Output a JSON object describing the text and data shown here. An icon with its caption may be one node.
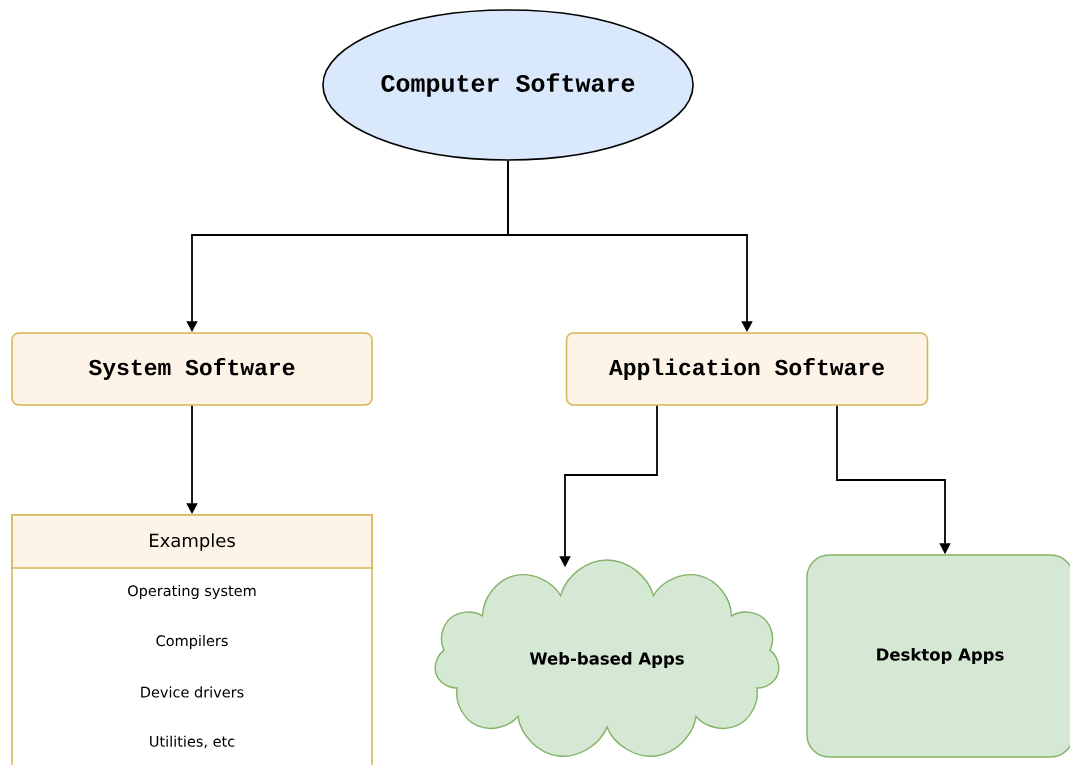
{
  "diagram": {
    "nodes": [
      {
        "text": [
          "Computer Software"
        ]
      },
      {
        "text": [
          "System Software"
        ]
      },
      {
        "text": [
          "Application Software"
        ]
      },
      {
        "text": [
          "Examples",
          "Operating system",
          "Compilers",
          "Device drivers",
          "Utilities, etc"
        ]
      },
      {
        "text": [
          "Web-based Apps"
        ]
      },
      {
        "text": [
          "Desktop Apps"
        ]
      }
    ],
    "edges": [
      {
        "from": 0,
        "to": 1,
        "arrow": "to"
      },
      {
        "from": 0,
        "to": 2,
        "arrow": "to"
      },
      {
        "from": 1,
        "to": 3,
        "arrow": "to"
      },
      {
        "from": 2,
        "to": 4,
        "arrow": "to"
      },
      {
        "from": 2,
        "to": 5,
        "arrow": "to"
      }
    ]
  }
}
